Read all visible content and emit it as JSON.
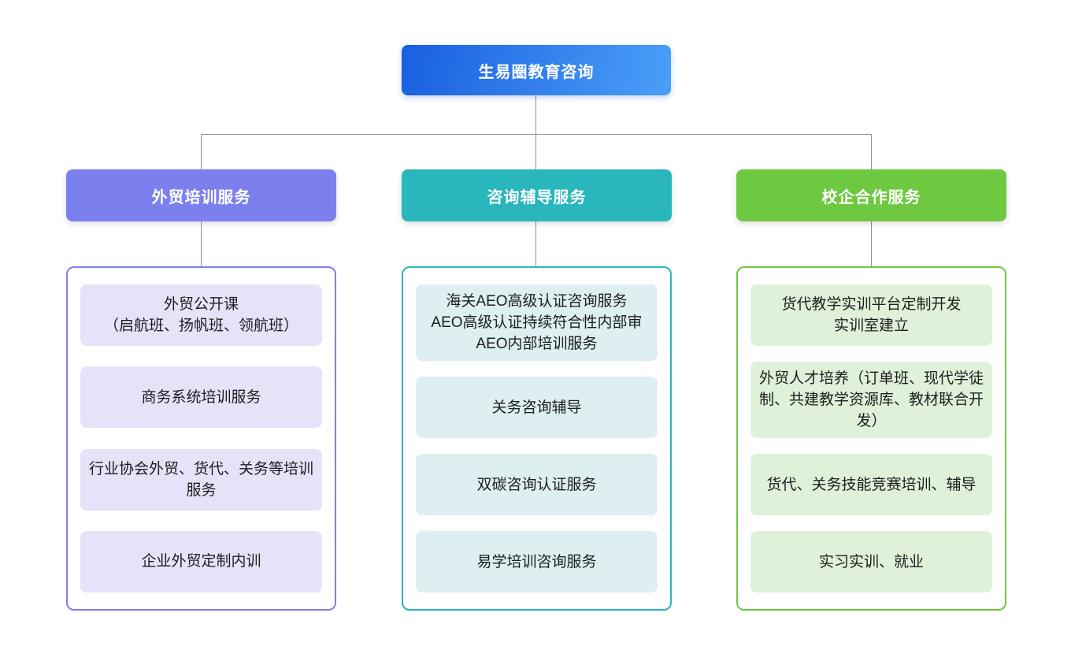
{
  "root": {
    "label": "生易圈教育咨询",
    "gradient_start": "#1a5fe0",
    "gradient_end": "#4a9ff8",
    "text_color": "#ffffff"
  },
  "connector_color": "#8a929b",
  "branches": [
    {
      "label": "外贸培训服务",
      "color": "#7b80ee",
      "item_bg": "#e4e3f8",
      "items": [
        {
          "text": [
            "外贸公开课",
            "（启航班、扬帆班、领航班）"
          ]
        },
        {
          "text": "商务系统培训服务"
        },
        {
          "text": "行业协会外贸、货代、关务等培训服务"
        },
        {
          "text": "企业外贸定制内训"
        }
      ]
    },
    {
      "label": "咨询辅导服务",
      "color": "#29b6bc",
      "item_bg": "#ddeff1",
      "items": [
        {
          "text": [
            "海关AEO高级认证咨询服务",
            "AEO高级认证持续符合性内部审",
            "AEO内部培训服务"
          ]
        },
        {
          "text": "关务咨询辅导"
        },
        {
          "text": "双碳咨询认证服务"
        },
        {
          "text": "易学培训咨询服务"
        }
      ]
    },
    {
      "label": "校企合作服务",
      "color": "#6ec941",
      "item_bg": "#e0f1da",
      "items": [
        {
          "text": [
            "货代教学实训平台定制开发",
            "实训室建立"
          ]
        },
        {
          "text": "外贸人才培养（订单班、现代学徒制、共建教学资源库、教材联合开发）"
        },
        {
          "text": "货代、关务技能竞赛培训、辅导"
        },
        {
          "text": "实习实训、就业"
        }
      ]
    }
  ]
}
